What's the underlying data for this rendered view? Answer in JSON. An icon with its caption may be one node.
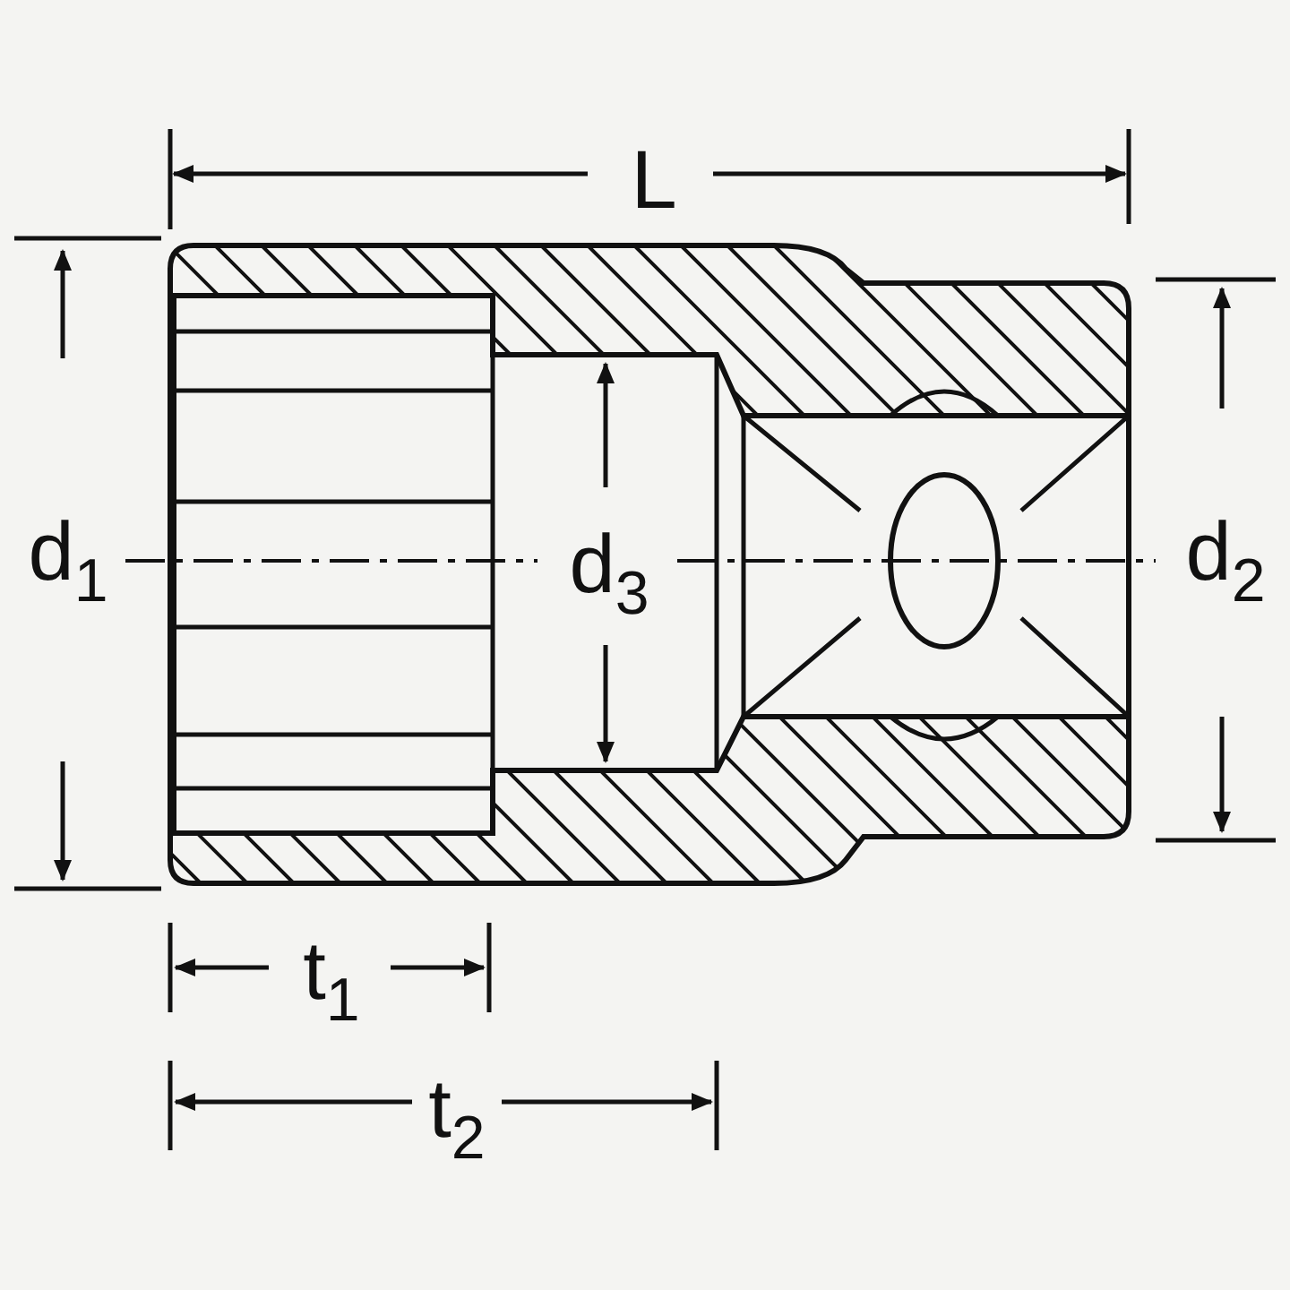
{
  "diagram": {
    "labels": [
      "L",
      "d$_{1}$",
      "d$_{3}$",
      "d$_{2}$",
      "t$_{1}$",
      "t$_{2}$"
    ]
  }
}
